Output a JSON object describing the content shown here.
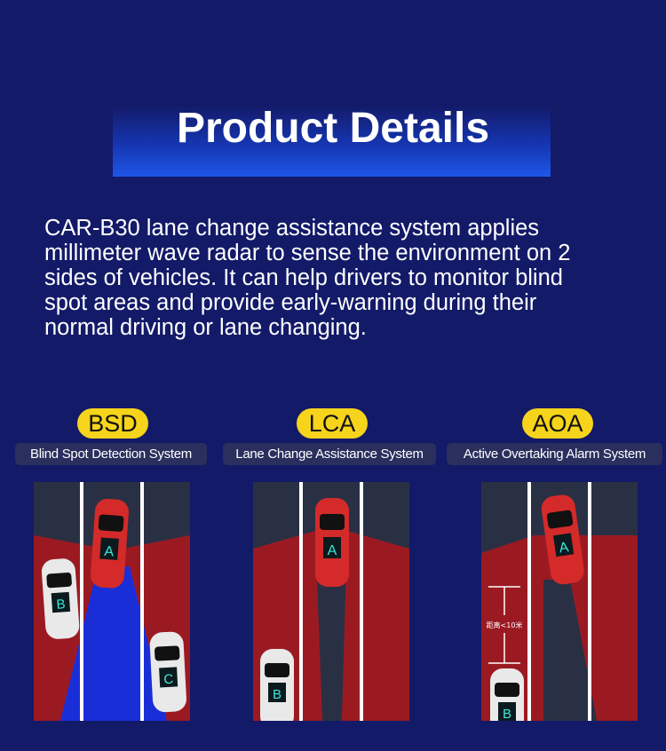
{
  "header": {
    "title": "Product Details"
  },
  "description": {
    "lines": [
      "CAR-B30 lane change assistance system applies",
      "millimeter wave radar to sense the environment on 2",
      "sides of vehicles. It can help drivers to monitor blind",
      "spot areas and provide early-warning during their",
      "normal driving or lane changing."
    ]
  },
  "features": [
    {
      "badge": "BSD",
      "name": "Blind Spot Detection System",
      "cars": [
        "A",
        "B",
        "C"
      ]
    },
    {
      "badge": "LCA",
      "name": "Lane Change Assistance System",
      "cars": [
        "A",
        "B"
      ]
    },
    {
      "badge": "AOA",
      "name": "Active Overtaking Alarm System",
      "cars": [
        "A",
        "B"
      ],
      "distance_label": "距离<10米"
    }
  ],
  "colors": {
    "background": "#131a68",
    "badge": "#f6d41b",
    "zone_red": "#9b1a22",
    "zone_blue": "#1a2ed8",
    "road": "#2a3044"
  }
}
